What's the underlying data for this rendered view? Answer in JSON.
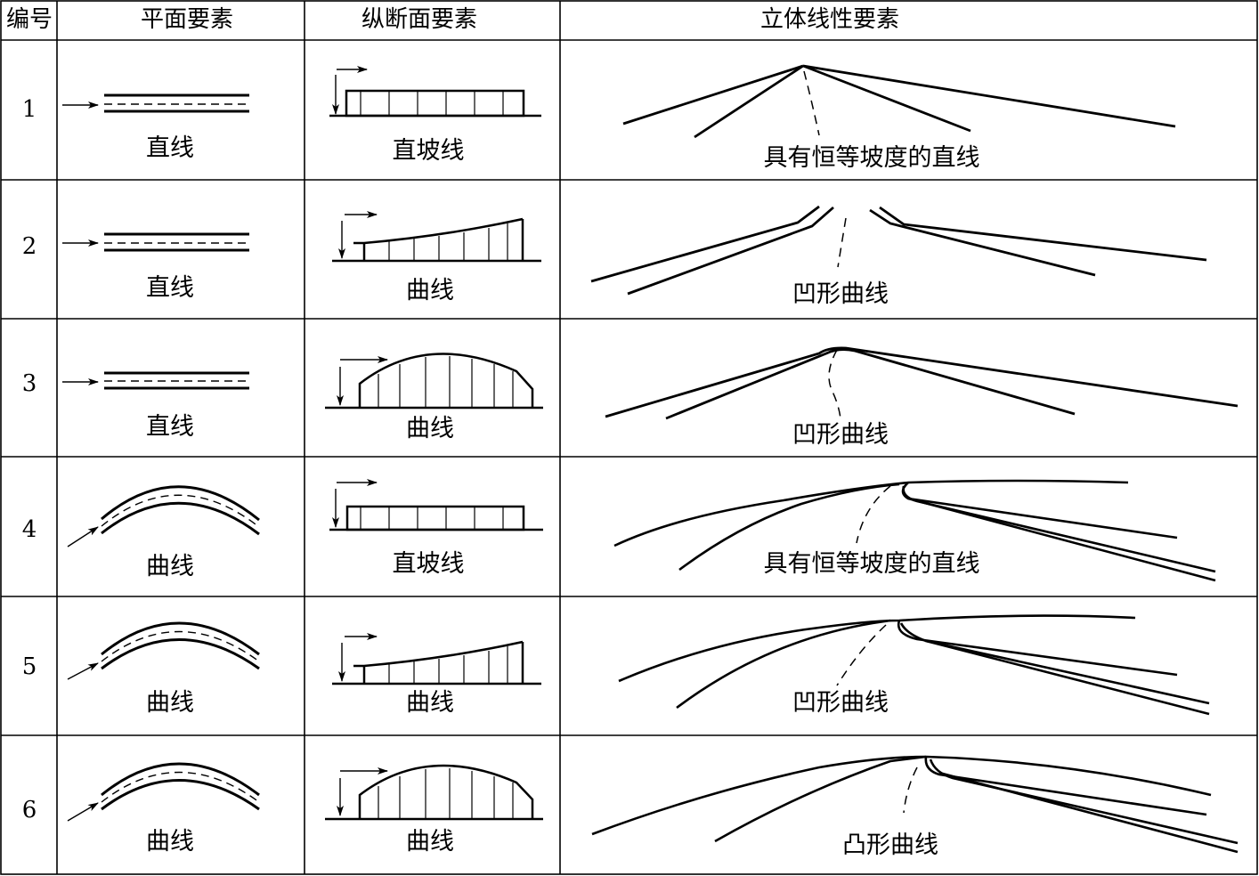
{
  "table": {
    "headers": [
      "编号",
      "平面要素",
      "纵断面要素",
      "立体线性要素"
    ],
    "rows": [
      {
        "number": "1",
        "plan": "直线",
        "profile": "直坡线",
        "spatial": "具有恒等坡度的直线"
      },
      {
        "number": "2",
        "plan": "直线",
        "profile": "曲线",
        "spatial": "凹形曲线"
      },
      {
        "number": "3",
        "plan": "直线",
        "profile": "曲线",
        "spatial": "凹形曲线"
      },
      {
        "number": "4",
        "plan": "曲线",
        "profile": "直坡线",
        "spatial": "具有恒等坡度的直线"
      },
      {
        "number": "5",
        "plan": "曲线",
        "profile": "曲线",
        "spatial": "凹形曲线"
      },
      {
        "number": "6",
        "plan": "曲线",
        "profile": "曲线",
        "spatial": "凸形曲线"
      }
    ]
  },
  "style": {
    "line_color": "#000000",
    "background": "#ffffff"
  }
}
